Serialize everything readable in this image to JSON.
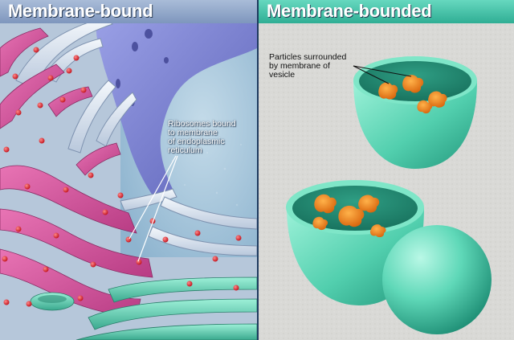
{
  "panels": {
    "left": {
      "title": "Membrane-bound",
      "label": "Ribosomes bound\nto membrane\nof endoplasmic\nreticulum"
    },
    "right": {
      "title": "Membrane-bounded",
      "label": "Particles surrounded\nby membrane of\nvesicle"
    }
  },
  "colors": {
    "title_bar_left": "#8fa6c8",
    "title_bar_right": "#3fc0a6",
    "membrane_pink": "#d0509a",
    "membrane_white": "#e8eef6",
    "nucleus_blue": "#7d83d6",
    "lumen_blue": "#9cc3dc",
    "ribosome_red": "#e0202a",
    "vesicle_teal": "#5fd8b8",
    "particle_orange": "#f08a1c",
    "background_right": "#d7d7d4"
  }
}
